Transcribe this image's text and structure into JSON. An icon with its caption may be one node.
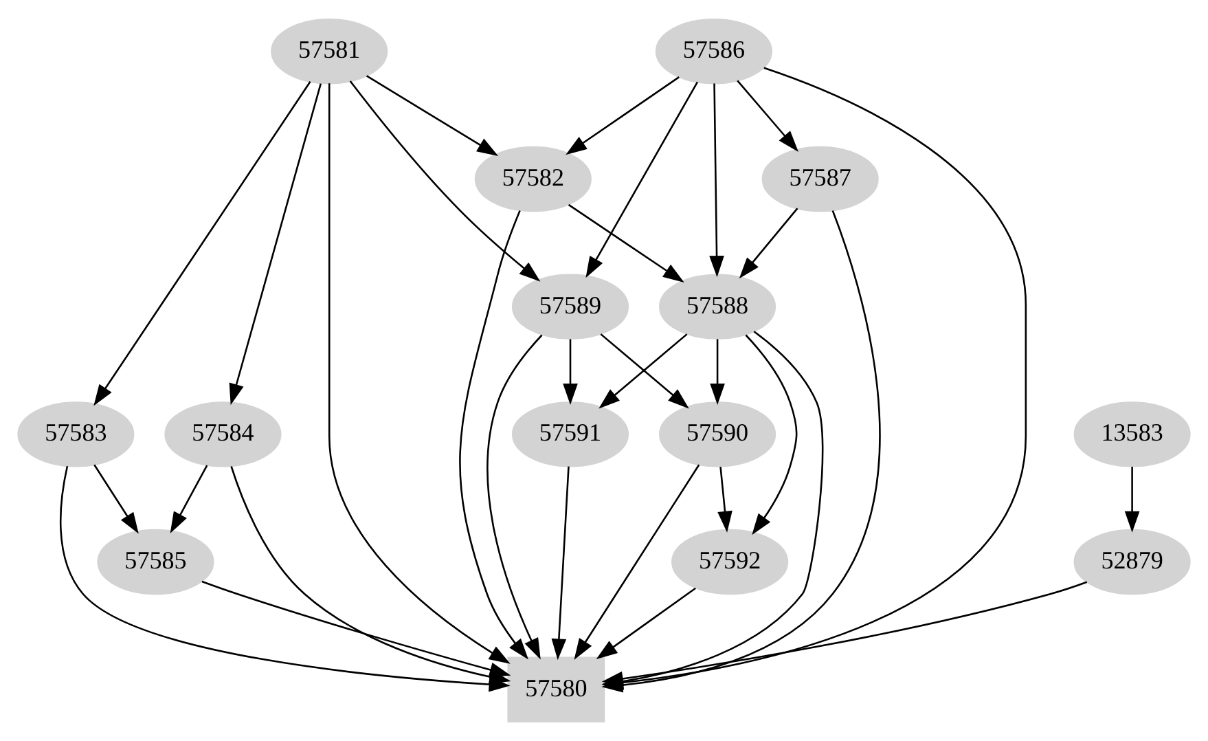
{
  "diagram": {
    "nodes": [
      {
        "text": [
          "57581"
        ]
      },
      {
        "text": [
          "57586"
        ]
      },
      {
        "text": [
          "57582"
        ]
      },
      {
        "text": [
          "57587"
        ]
      },
      {
        "text": [
          "57589"
        ]
      },
      {
        "text": [
          "57588"
        ]
      },
      {
        "text": [
          "13583"
        ]
      },
      {
        "text": [
          "57583"
        ]
      },
      {
        "text": [
          "57584"
        ]
      },
      {
        "text": [
          "57591"
        ]
      },
      {
        "text": [
          "57590"
        ]
      },
      {
        "text": [
          "52879"
        ]
      },
      {
        "text": [
          "57585"
        ]
      },
      {
        "text": [
          "57592"
        ]
      },
      {
        "text": [
          "57580"
        ]
      }
    ],
    "edges": [
      {
        "from": 0,
        "to": 2,
        "arrow": "to"
      },
      {
        "from": 0,
        "to": 4,
        "arrow": "to"
      },
      {
        "from": 0,
        "to": 7,
        "arrow": "to"
      },
      {
        "from": 0,
        "to": 8,
        "arrow": "to"
      },
      {
        "from": 0,
        "to": 14,
        "arrow": "to"
      },
      {
        "from": 1,
        "to": 2,
        "arrow": "to"
      },
      {
        "from": 1,
        "to": 4,
        "arrow": "to"
      },
      {
        "from": 1,
        "to": 5,
        "arrow": "to"
      },
      {
        "from": 1,
        "to": 3,
        "arrow": "to"
      },
      {
        "from": 1,
        "to": 14,
        "arrow": "to"
      },
      {
        "from": 2,
        "to": 5,
        "arrow": "to"
      },
      {
        "from": 2,
        "to": 14,
        "arrow": "to"
      },
      {
        "from": 3,
        "to": 5,
        "arrow": "to"
      },
      {
        "from": 3,
        "to": 14,
        "arrow": "to"
      },
      {
        "from": 4,
        "to": 9,
        "arrow": "to"
      },
      {
        "from": 4,
        "to": 10,
        "arrow": "to"
      },
      {
        "from": 4,
        "to": 14,
        "arrow": "to"
      },
      {
        "from": 5,
        "to": 9,
        "arrow": "to"
      },
      {
        "from": 5,
        "to": 10,
        "arrow": "to"
      },
      {
        "from": 5,
        "to": 13,
        "arrow": "to"
      },
      {
        "from": 5,
        "to": 14,
        "arrow": "to"
      },
      {
        "from": 7,
        "to": 12,
        "arrow": "to"
      },
      {
        "from": 7,
        "to": 14,
        "arrow": "to"
      },
      {
        "from": 8,
        "to": 12,
        "arrow": "to"
      },
      {
        "from": 8,
        "to": 14,
        "arrow": "to"
      },
      {
        "from": 9,
        "to": 14,
        "arrow": "to"
      },
      {
        "from": 10,
        "to": 13,
        "arrow": "to"
      },
      {
        "from": 10,
        "to": 14,
        "arrow": "to"
      },
      {
        "from": 13,
        "to": 14,
        "arrow": "to"
      },
      {
        "from": 12,
        "to": 14,
        "arrow": "to"
      },
      {
        "from": 6,
        "to": 11,
        "arrow": "to"
      },
      {
        "from": 11,
        "to": 14,
        "arrow": "to"
      }
    ]
  }
}
